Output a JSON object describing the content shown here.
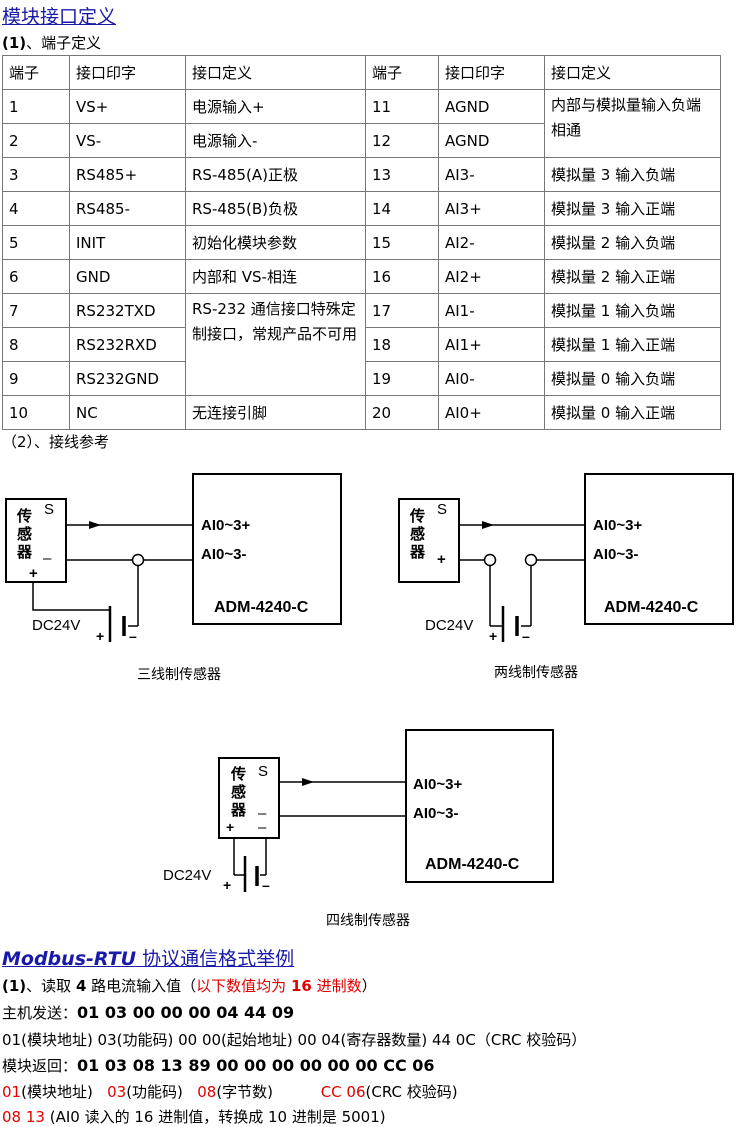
{
  "heading1": "模块接口定义",
  "sub1_num": "(1)",
  "sub1_text": "、端子定义",
  "table": {
    "headers": [
      "端子",
      "接口印字",
      "接口定义",
      "端子",
      "接口印字",
      "接口定义"
    ],
    "left": [
      [
        "1",
        "VS+",
        "电源输入+"
      ],
      [
        "2",
        "VS-",
        "电源输入-"
      ],
      [
        "3",
        "RS485+",
        "RS-485(A)正极"
      ],
      [
        "4",
        "RS485-",
        "RS-485(B)负极"
      ],
      [
        "5",
        "INIT",
        "初始化模块参数"
      ],
      [
        "6",
        "GND",
        "内部和 VS-相连"
      ],
      [
        "7",
        "RS232TXD",
        ""
      ],
      [
        "8",
        "RS232RXD",
        ""
      ],
      [
        "9",
        "RS232GND",
        ""
      ],
      [
        "10",
        "NC",
        "无连接引脚"
      ]
    ],
    "rs232_def": "RS-232 通信接口特殊定制接口，常规产品不可用",
    "right": [
      [
        "11",
        "AGND",
        ""
      ],
      [
        "12",
        "AGND",
        ""
      ],
      [
        "13",
        "AI3-",
        "模拟量 3 输入负端"
      ],
      [
        "14",
        "AI3+",
        "模拟量 3 输入正端"
      ],
      [
        "15",
        "AI2-",
        "模拟量 2 输入负端"
      ],
      [
        "16",
        "AI2+",
        "模拟量 2 输入正端"
      ],
      [
        "17",
        "AI1-",
        "模拟量 1 输入负端"
      ],
      [
        "18",
        "AI1+",
        "模拟量 1 输入正端"
      ],
      [
        "19",
        "AI0-",
        "模拟量 0 输入负端"
      ],
      [
        "20",
        "AI0+",
        "模拟量 0 输入正端"
      ]
    ],
    "agnd_def": "内部与模拟量输入负端相通"
  },
  "sub2_text": "（2）、接线参考",
  "diagram": {
    "sensor_label": [
      "传",
      "感",
      "器"
    ],
    "pin_s": "S",
    "pin_minus": "–",
    "pin_plus": "+",
    "ai_plus": "AI0~3+",
    "ai_minus": "AI0~3-",
    "device": "ADM-4240-C",
    "dc": "DC24V",
    "bat_plus": "+",
    "bat_minus": "–",
    "cap_three": "三线制传感器",
    "cap_two": "两线制传感器",
    "cap_four": "四线制传感器"
  },
  "heading2_a": "Modbus-RTU",
  "heading2_b": " 协议通信格式举例",
  "p1_num": "(1)",
  "p1_a": "、读取 ",
  "p1_b": "4",
  "p1_c": " 路电流输入值（",
  "p1_d": "以下数值均为 ",
  "p1_e": "16",
  "p1_f": " 进制数",
  "p1_g": "）",
  "host_label": "主机发送：",
  "host_value": "01 03 00 00 00 04 44 09",
  "host_detail": "01(模块地址)   03(功能码)   00 00(起始地址)   00 04(寄存器数量)     44 0C（CRC 校验码）",
  "ret_label": "模块返回：",
  "ret_value": "01 03 08 13 89 00 00 00 00 00 00 CC 06",
  "ret_d1": "01",
  "ret_d1t": "(模块地址)   ",
  "ret_d2": "03",
  "ret_d2t": "(功能码)   ",
  "ret_d3": "08",
  "ret_d3t": "(字节数)          ",
  "ret_d4": "CC 06",
  "ret_d4t": "(CRC 校验码)",
  "last_a": "08 13",
  "last_b": " (AI0 读入的 16 进制值，转换成 10 进制是 5001)"
}
